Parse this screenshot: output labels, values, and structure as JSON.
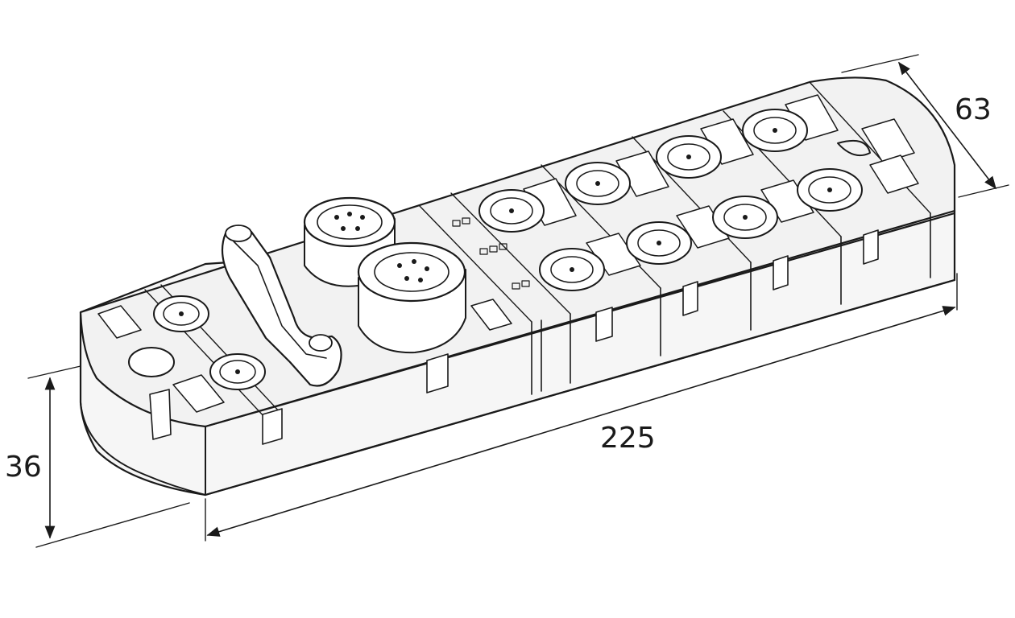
{
  "dimensions": {
    "height": "36",
    "length": "225",
    "width": "63"
  }
}
